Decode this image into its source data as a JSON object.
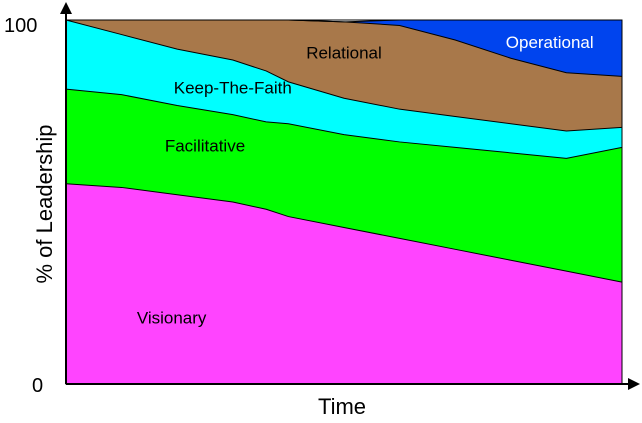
{
  "chart_data": {
    "type": "area",
    "stacked": true,
    "title": "",
    "xlabel": "Time",
    "ylabel": "% of Leadership",
    "ylim": [
      0,
      100
    ],
    "yticks": [
      "0",
      "100"
    ],
    "x": [
      0,
      10,
      20,
      30,
      36,
      40,
      50,
      60,
      70,
      80,
      90,
      100
    ],
    "series": [
      {
        "name": "Visionary",
        "color": "#ff44ff",
        "label_color": "#000000",
        "values": [
          55,
          54,
          52,
          50,
          48,
          46,
          43,
          40,
          37,
          34,
          31,
          28
        ]
      },
      {
        "name": "Facilitative",
        "color": "#00ff00",
        "label_color": "#000000",
        "values": [
          26,
          25.5,
          24.5,
          24,
          24,
          25.5,
          25.5,
          26.5,
          28,
          29.5,
          31,
          37
        ]
      },
      {
        "name": "Keep-The-Faith",
        "color": "#00ffff",
        "label_color": "#000000",
        "values": [
          19,
          16.5,
          15.5,
          15,
          14,
          11.5,
          10,
          9,
          8.5,
          8,
          7.5,
          5.5
        ]
      },
      {
        "name": "Relational",
        "color": "#a8784a",
        "label_color": "#000000",
        "values": [
          0,
          4,
          8,
          11,
          14,
          17,
          21,
          23,
          21,
          18,
          16,
          14
        ]
      },
      {
        "name": "Operational",
        "color": "#0044ee",
        "label_color": "#ffffff",
        "values": [
          0,
          0,
          0,
          0,
          0,
          0,
          0,
          1.5,
          5.5,
          10.5,
          14.5,
          15.5
        ]
      }
    ],
    "grid": false,
    "legend": "none"
  }
}
